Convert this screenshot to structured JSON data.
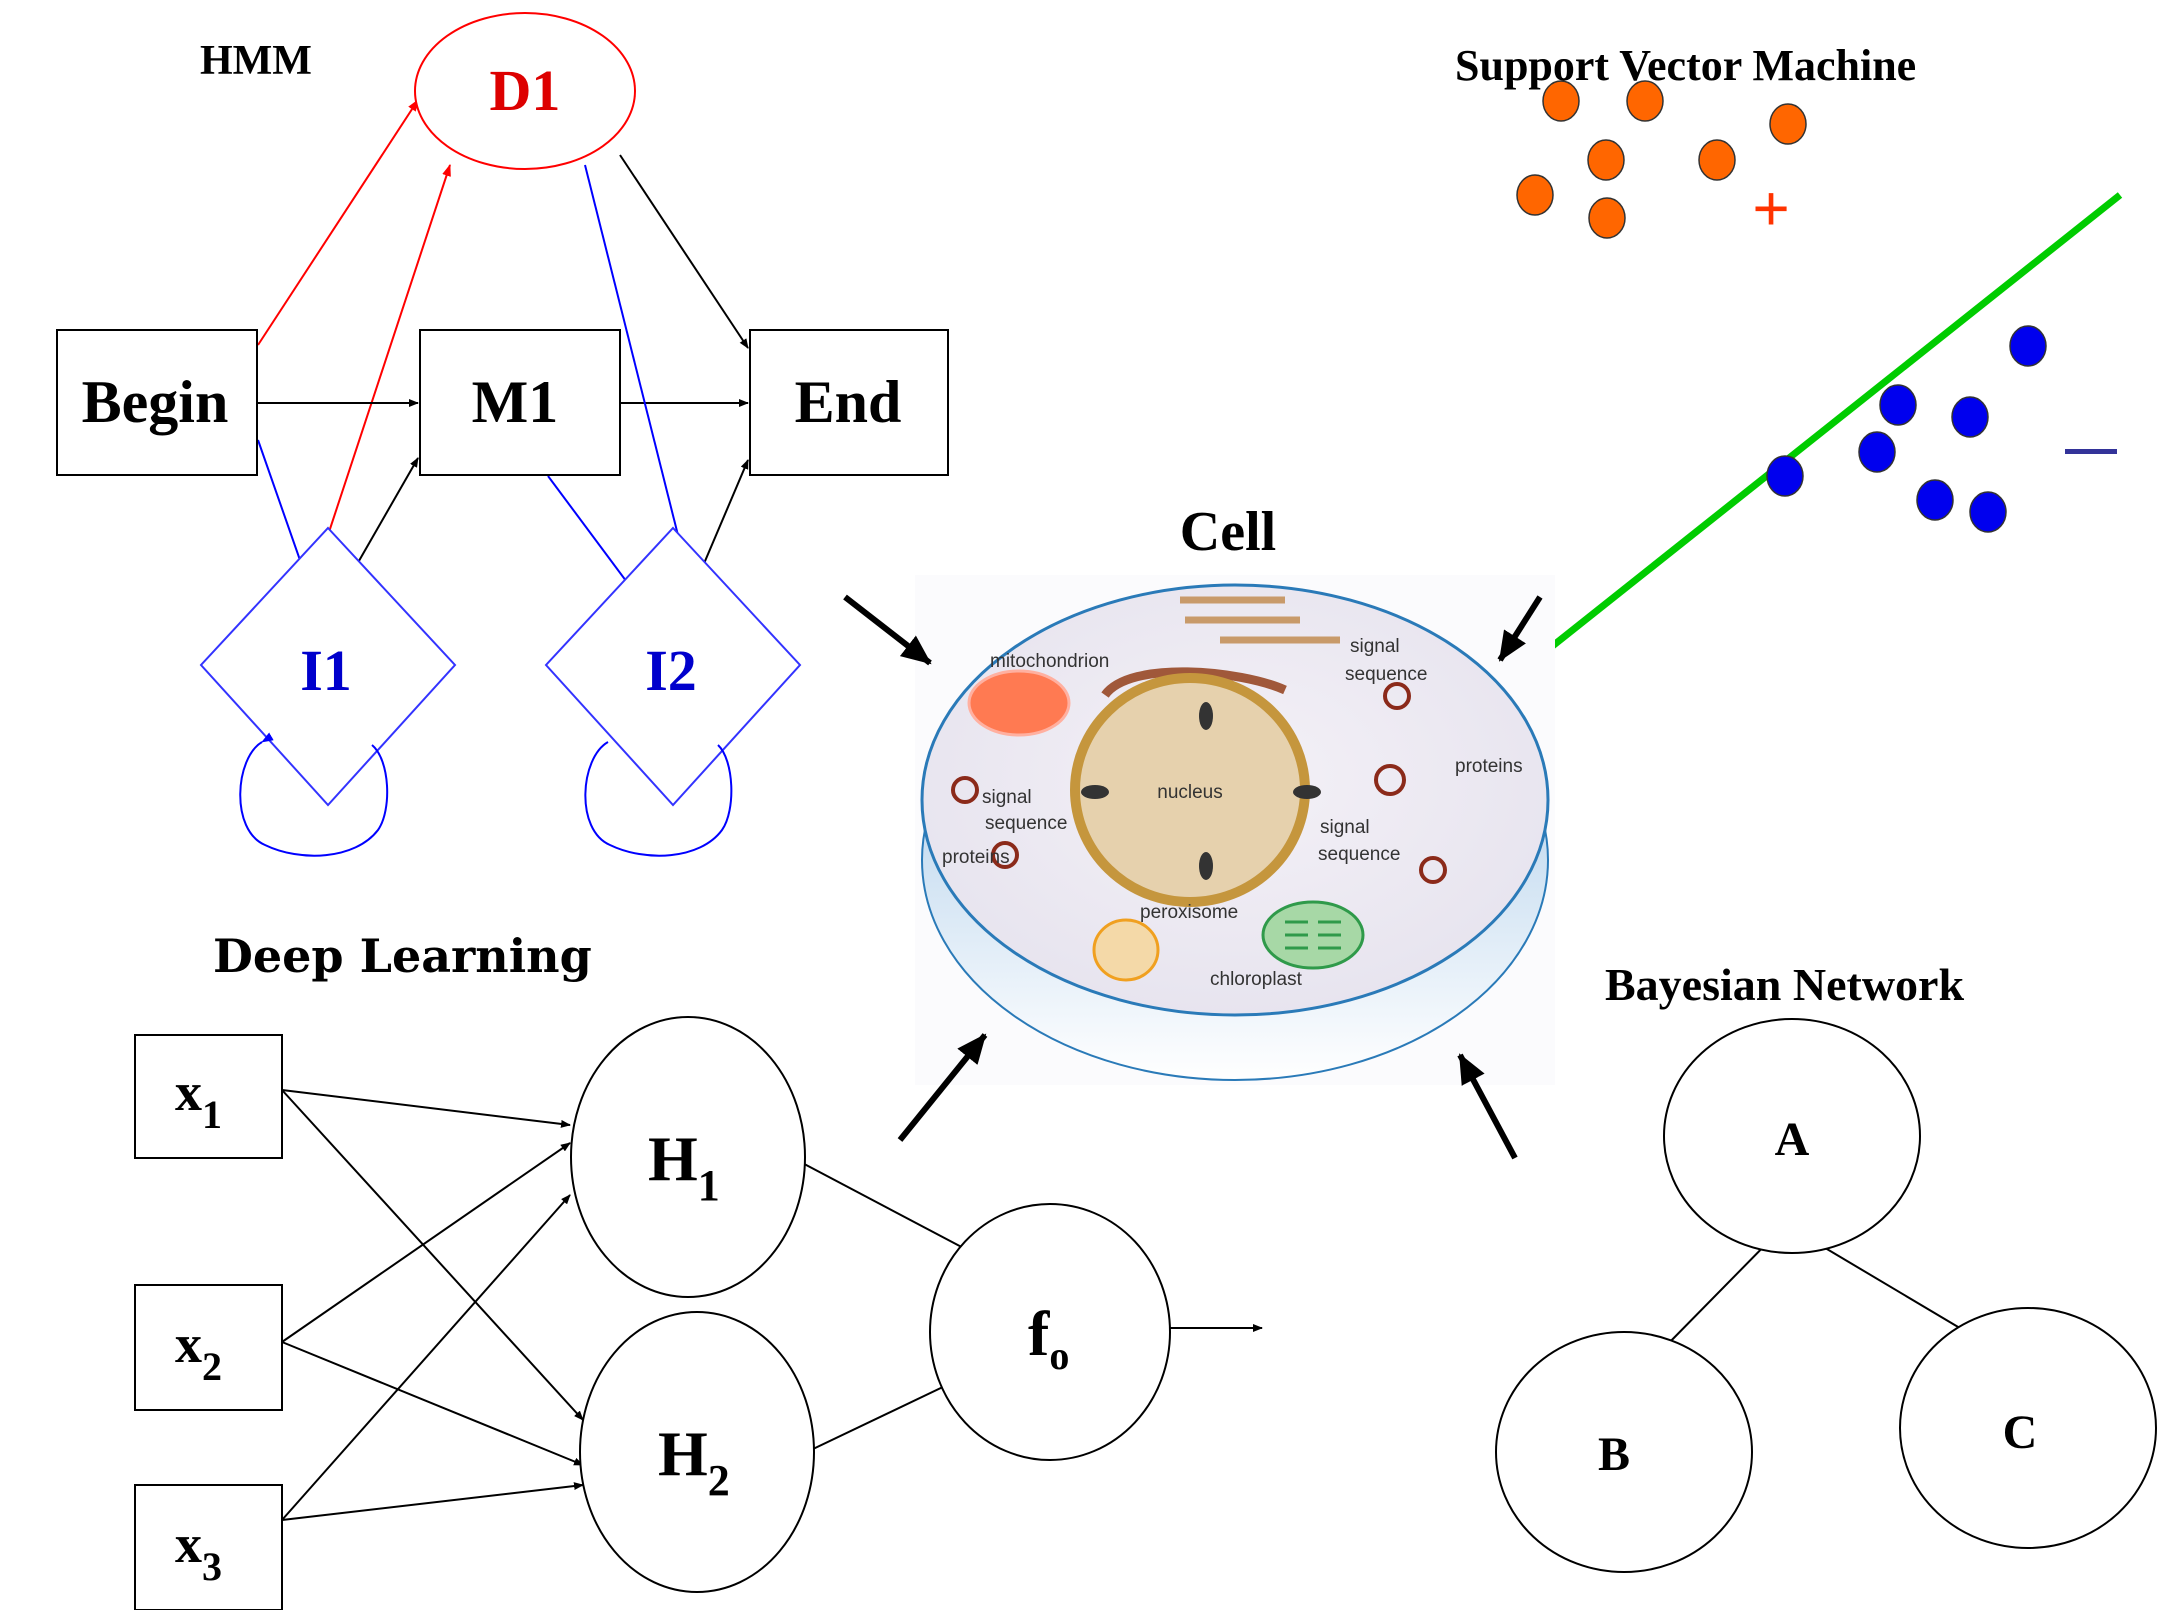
{
  "hmm": {
    "title": "HMM",
    "nodes": {
      "delete": "D1",
      "begin": "Begin",
      "match": "M1",
      "end": "End",
      "insert1": "I1",
      "insert2": "I2"
    },
    "colors": {
      "delete": "#ff0000",
      "insert": "#0000ff",
      "edge": "#000000"
    }
  },
  "svm": {
    "title": "Support Vector Machine",
    "positive_label": "+",
    "negative_label": "−",
    "colors": {
      "positive": "#ff6600",
      "negative": "#0000ee",
      "hyperplane": "#00cc00",
      "plus": "#ff3300",
      "minus": "#333399"
    }
  },
  "cell": {
    "title": "Cell",
    "labels": {
      "mitochondrion": "mitochondrion",
      "nucleus": "nucleus",
      "signal_sequence_top": [
        "signal",
        "sequence"
      ],
      "proteins_right": "proteins",
      "signal_sequence_left": [
        "signal",
        "sequence"
      ],
      "proteins_left": "proteins",
      "signal_sequence_right": [
        "signal",
        "sequence"
      ],
      "peroxisome": "peroxisome",
      "chloroplast": "chloroplast"
    }
  },
  "deep_learning": {
    "title": "Deep Learning",
    "inputs": [
      {
        "base": "x",
        "sub": "1"
      },
      {
        "base": "x",
        "sub": "2"
      },
      {
        "base": "x",
        "sub": "3"
      }
    ],
    "hidden": [
      {
        "base": "H",
        "sub": "1"
      },
      {
        "base": "H",
        "sub": "2"
      }
    ],
    "output": {
      "base": "f",
      "sub": "o"
    }
  },
  "bayesian_network": {
    "title": "Bayesian Network",
    "nodes": [
      "A",
      "B",
      "C"
    ]
  }
}
